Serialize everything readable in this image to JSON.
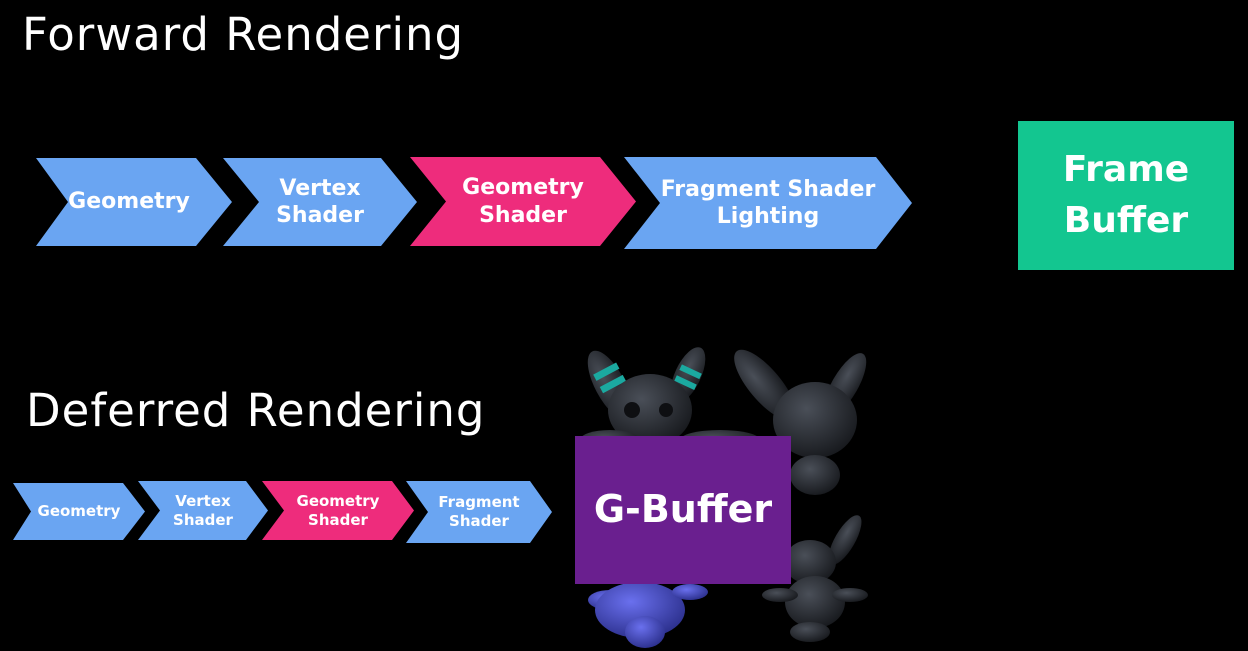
{
  "forward": {
    "title": "Forward Rendering",
    "stages": [
      {
        "label": "Geometry",
        "color": "#6aa5f2"
      },
      {
        "label": "Vertex\nShader",
        "color": "#6aa5f2"
      },
      {
        "label": "Geometry\nShader",
        "color": "#ee2c7c"
      },
      {
        "label": "Fragment Shader\nLighting",
        "color": "#6aa5f2"
      }
    ],
    "output": {
      "label": "Frame\nBuffer",
      "color": "#13c690"
    }
  },
  "deferred": {
    "title": "Deferred Rendering",
    "stages": [
      {
        "label": "Geometry",
        "color": "#6aa5f2"
      },
      {
        "label": "Vertex\nShader",
        "color": "#6aa5f2"
      },
      {
        "label": "Geometry\nShader",
        "color": "#ee2c7c"
      },
      {
        "label": "Fragment\nShader",
        "color": "#6aa5f2"
      }
    ],
    "output": {
      "label": "G-Buffer",
      "color": "#6a1f8f"
    }
  },
  "illustration": {
    "icon": "bunny-models-icon",
    "colors": [
      "#2a2e36",
      "#4a50c8",
      "#1ba9a0"
    ]
  }
}
